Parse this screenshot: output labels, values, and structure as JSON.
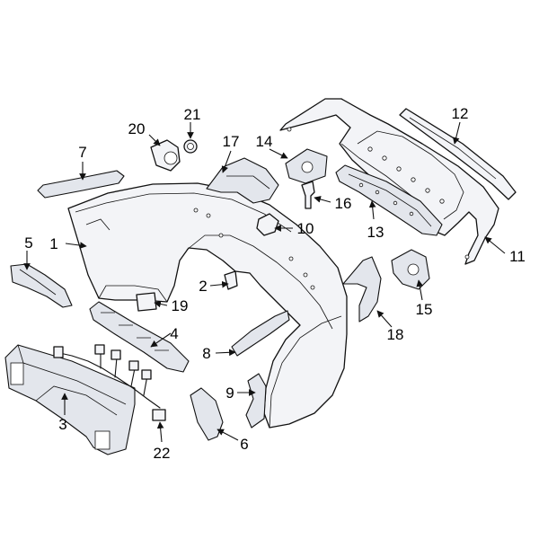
{
  "callouts": {
    "c1": "1",
    "c2": "2",
    "c3": "3",
    "c4": "4",
    "c5": "5",
    "c6": "6",
    "c7": "7",
    "c8": "8",
    "c9": "9",
    "c10": "10",
    "c11": "11",
    "c12": "12",
    "c13": "13",
    "c14": "14",
    "c15": "15",
    "c16": "16",
    "c17": "17",
    "c18": "18",
    "c19": "19",
    "c20": "20",
    "c21": "21",
    "c22": "22"
  },
  "colors": {
    "line": "#111111",
    "fill": "#f3f4f7",
    "background": "#ffffff"
  }
}
